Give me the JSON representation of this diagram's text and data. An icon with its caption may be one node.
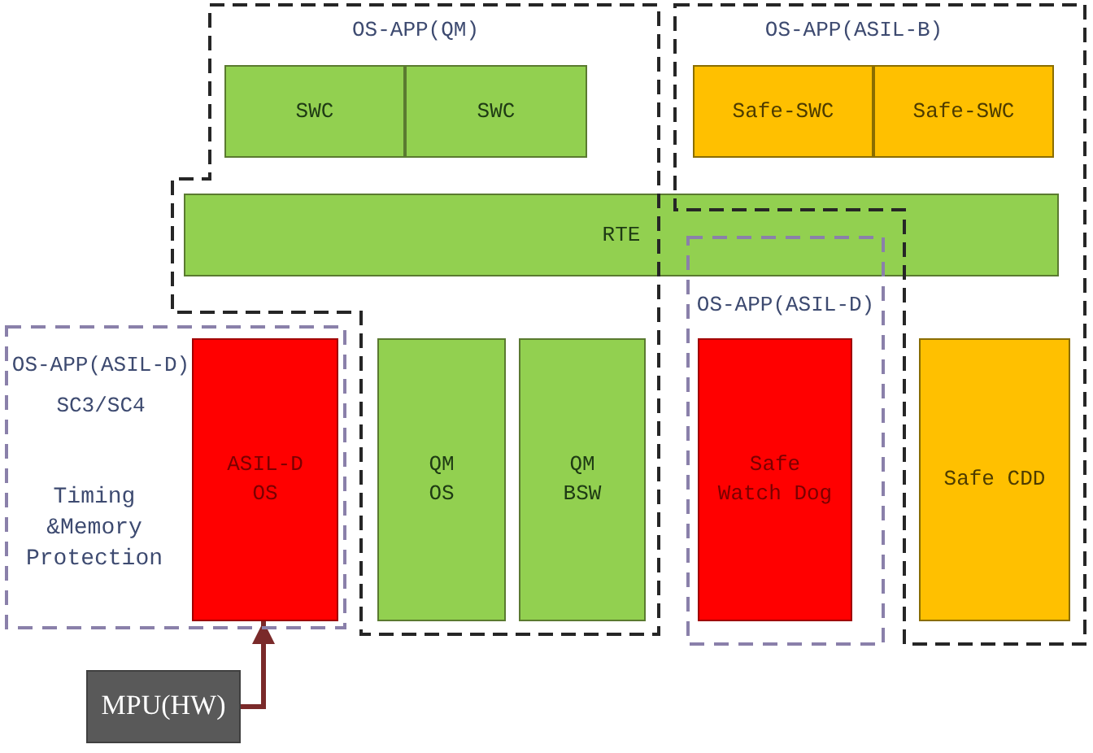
{
  "diagram": {
    "nodes": [
      {
        "text": [
          "OS-APP(QM)"
        ]
      },
      {
        "text": [
          "SWC"
        ],
        "in": 0
      },
      {
        "text": [
          "SWC"
        ],
        "in": 0
      },
      {
        "text": [
          "OS-APP(ASIL-B)"
        ]
      },
      {
        "text": [
          "Safe-SWC"
        ],
        "in": 3
      },
      {
        "text": [
          "Safe-SWC"
        ],
        "in": 3
      },
      {
        "text": [
          "RTE"
        ]
      },
      {
        "text": [
          "OS-APP(ASIL-D) SC3/SC4",
          "Timing &Memory Protection"
        ]
      },
      {
        "text": [
          "ASIL-D OS"
        ],
        "in": 7
      },
      {
        "text": [
          "QM OS"
        ],
        "in": 0
      },
      {
        "text": [
          "QM BSW"
        ],
        "in": 0
      },
      {
        "text": [
          "OS-APP(ASIL-D)"
        ]
      },
      {
        "text": [
          "Safe Watch Dog"
        ],
        "in": 11
      },
      {
        "text": [
          "Safe CDD"
        ],
        "in": 3
      },
      {
        "text": [
          "MPU(HW)"
        ]
      }
    ],
    "edges": [
      {
        "from": 14,
        "to": 8,
        "arrow": "to"
      }
    ]
  }
}
